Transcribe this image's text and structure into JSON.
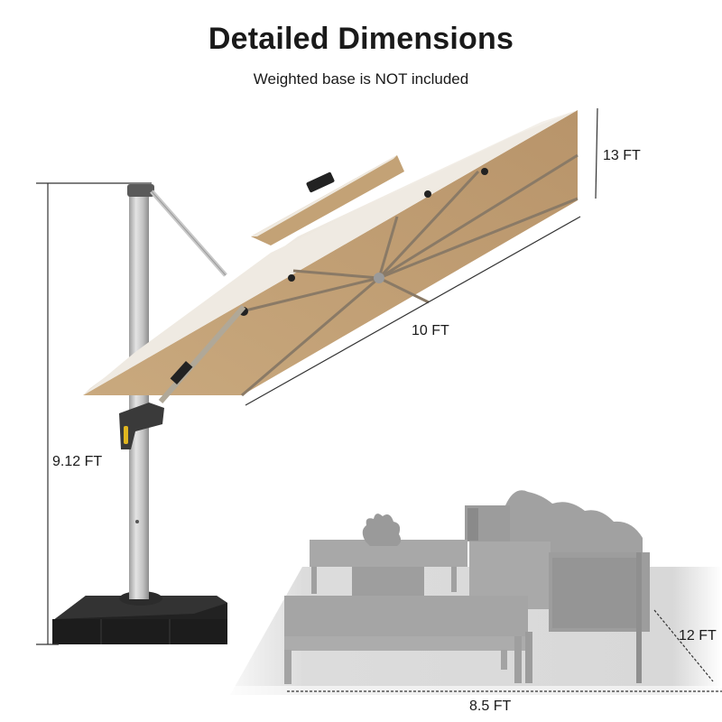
{
  "header": {
    "title": "Detailed Dimensions",
    "subtitle": "Weighted base is NOT included"
  },
  "dimensions": {
    "canopy_width": "13 FT",
    "canopy_length": "10 FT",
    "pole_height": "9.12 FT",
    "area_depth": "12 FT",
    "area_width": "8.5 FT"
  },
  "product": {
    "name": "cantilever-patio-umbrella",
    "canopy_color": "#c8a67c",
    "canopy_top_color": "#ece6dc",
    "pole_color": "#c9c9c9",
    "base_color": "#1e1e1e",
    "furniture_silhouette_color": "#9a9a9a",
    "floor_shadow_color": "#dcdcdc",
    "features": [
      "solar-light-panel",
      "crank-handle",
      "tilt-arm",
      "cross-base"
    ]
  }
}
